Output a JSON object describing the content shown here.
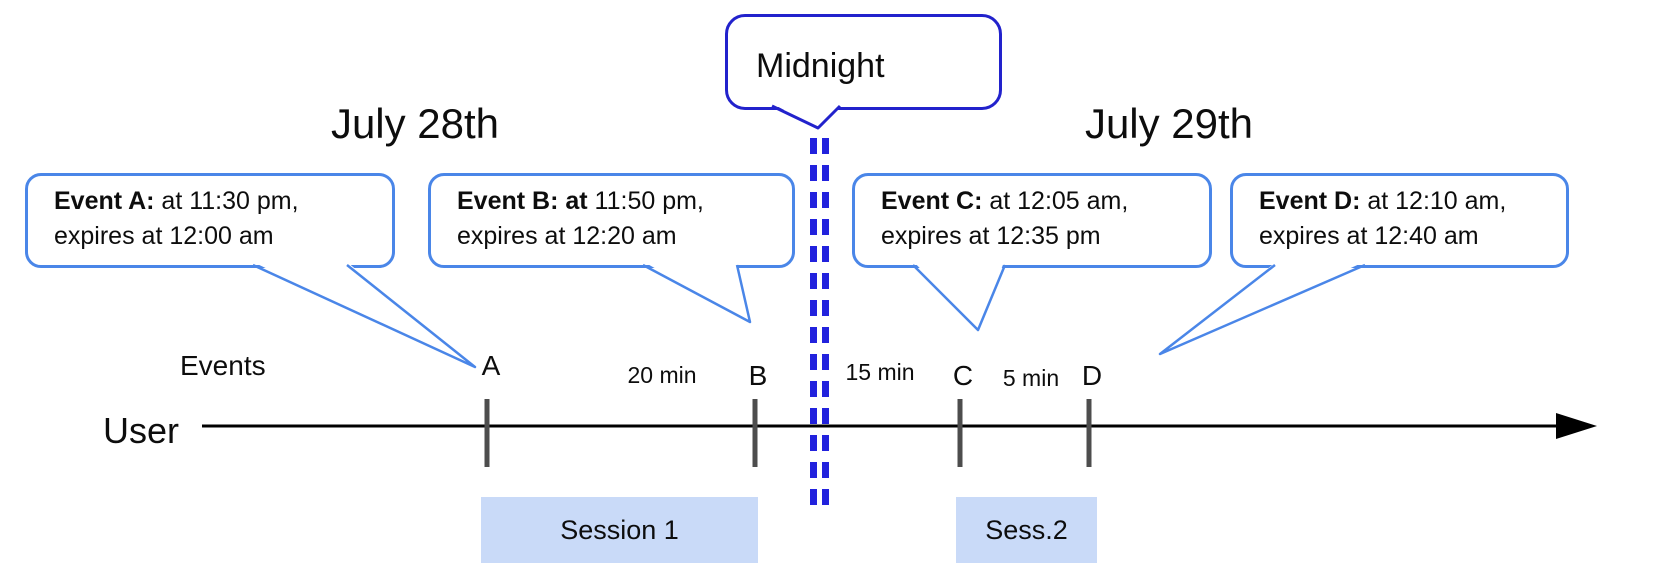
{
  "headings": {
    "date_left": "July 28th",
    "date_right": "July 29th"
  },
  "midnight_callout": {
    "label": "Midnight"
  },
  "event_callouts": [
    {
      "id": "a",
      "bold": "Event A:",
      "line1_rest": " at 11:30 pm,",
      "line2": "expires at 12:00 am"
    },
    {
      "id": "b",
      "bold": "Event B: at",
      "line1_rest": " 11:50 pm,",
      "line2": "expires at 12:20 am"
    },
    {
      "id": "c",
      "bold": "Event C:",
      "line1_rest": " at 12:05 am,",
      "line2": "expires at 12:35 pm"
    },
    {
      "id": "d",
      "bold": "Event D:",
      "line1_rest": " at 12:10 am,",
      "line2": "expires at 12:40 am"
    }
  ],
  "timeline": {
    "axis_label_left": "User",
    "events_label": "Events",
    "tick_labels": [
      "A",
      "B",
      "C",
      "D"
    ],
    "interval_labels": [
      "20 min",
      "15 min",
      "5 min"
    ]
  },
  "sessions": [
    {
      "label": "Session 1"
    },
    {
      "label": "Sess.2"
    }
  ],
  "colors": {
    "event_callout_border": "#4a86e8",
    "midnight_border": "#2222cc",
    "midnight_dash": "#2222dd",
    "session_fill": "#c9daf8",
    "tick": "#4d4d4d",
    "axis": "#000000"
  }
}
